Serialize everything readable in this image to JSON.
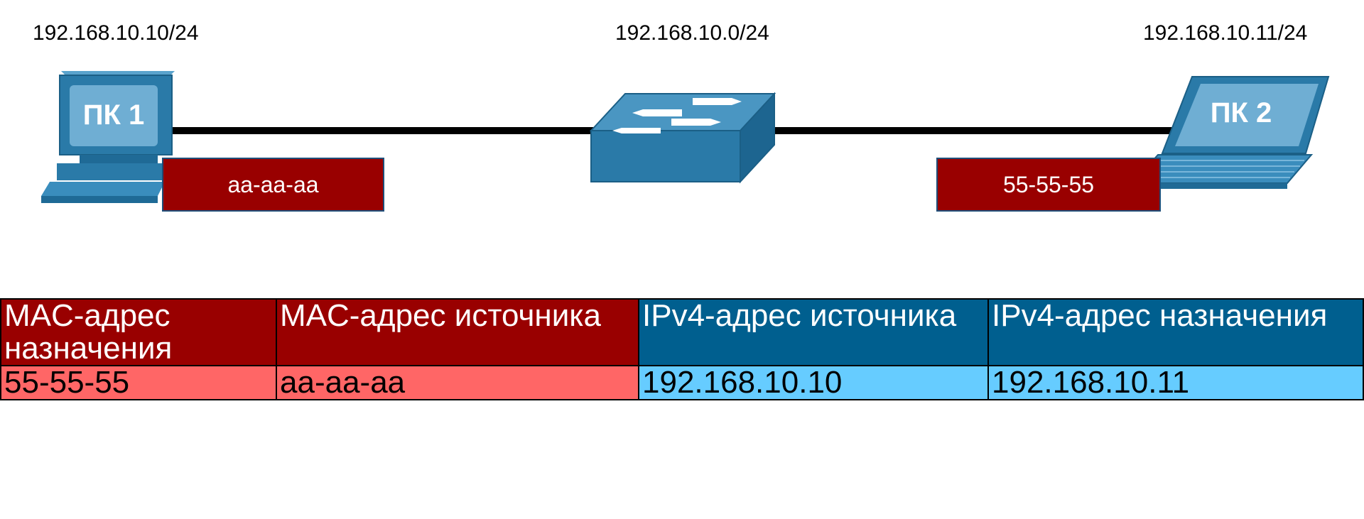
{
  "labels": {
    "pc1_ip": "192.168.10.10/24",
    "network": "192.168.10.0/24",
    "pc2_ip": "192.168.10.11/24"
  },
  "devices": {
    "pc1_name": "ПК 1",
    "pc2_name": "ПК 2",
    "pc1_mac": "aa-aa-aa",
    "pc2_mac": "55-55-55"
  },
  "frame_table": {
    "headers": [
      "MAC-адрес назначения",
      "MAC-адрес источника",
      "IPv4-адрес источника",
      "IPv4-адрес назначения"
    ],
    "values": [
      "55-55-55",
      "aa-aa-aa",
      "192.168.10.10",
      "192.168.10.11"
    ]
  },
  "colors": {
    "mac_header": "#990000",
    "mac_value": "#ff6666",
    "ip_header": "#005f8f",
    "ip_value": "#66ccff",
    "device_blue": "#2a7aa8"
  }
}
